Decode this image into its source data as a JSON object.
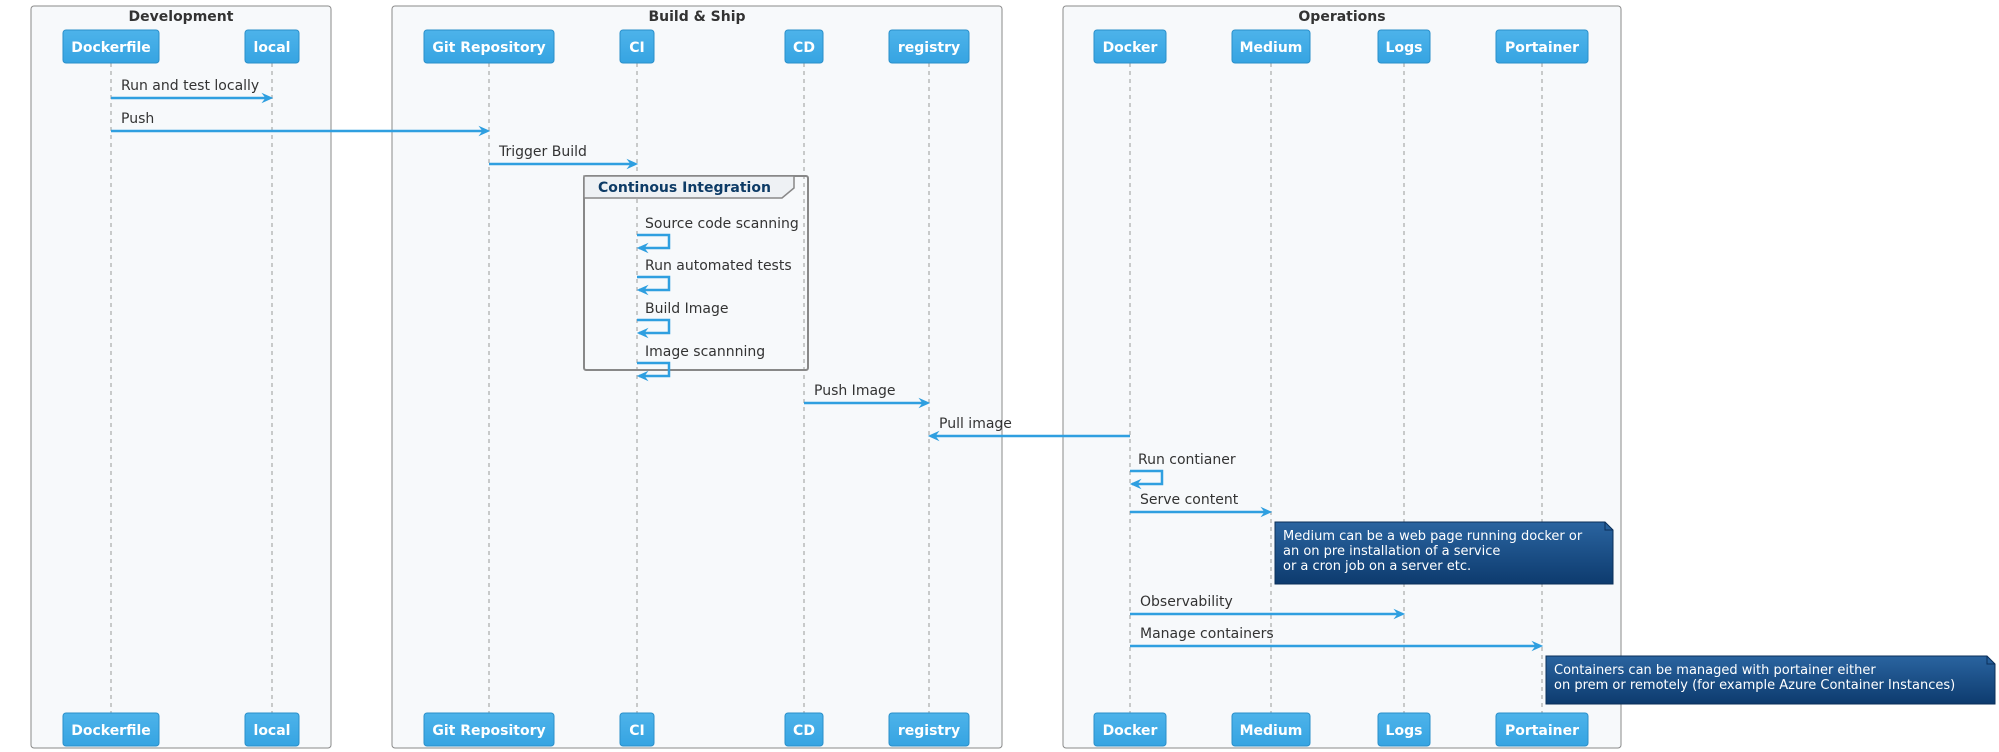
{
  "colors": {
    "participant_fill": "#41ade8",
    "participant_stroke": "#2a8fca",
    "arrow": "#2f9fe0",
    "box_fill": "#f7f9fb",
    "box_stroke": "#8a8a8a",
    "lifeline": "#9a9a9a",
    "note_top": "#2a64a0",
    "note_bottom": "#0d3b6e"
  },
  "boxes": [
    {
      "id": "dev",
      "title": "Development"
    },
    {
      "id": "build",
      "title": "Build & Ship"
    },
    {
      "id": "ops",
      "title": "Operations"
    }
  ],
  "participants": [
    {
      "id": "dockerfile",
      "label": "Dockerfile"
    },
    {
      "id": "local",
      "label": "local"
    },
    {
      "id": "git",
      "label": "Git Repository"
    },
    {
      "id": "ci",
      "label": "CI"
    },
    {
      "id": "cd",
      "label": "CD"
    },
    {
      "id": "registry",
      "label": "registry"
    },
    {
      "id": "docker",
      "label": "Docker"
    },
    {
      "id": "medium",
      "label": "Medium"
    },
    {
      "id": "logs",
      "label": "Logs"
    },
    {
      "id": "portainer",
      "label": "Portainer"
    }
  ],
  "messages": [
    {
      "from": "dockerfile",
      "to": "local",
      "label": "Run and test locally"
    },
    {
      "from": "dockerfile",
      "to": "git",
      "label": "Push"
    },
    {
      "from": "git",
      "to": "ci",
      "label": "Trigger Build"
    },
    {
      "from": "ci",
      "to": "ci",
      "label": "Source code scanning"
    },
    {
      "from": "ci",
      "to": "ci",
      "label": "Run automated tests"
    },
    {
      "from": "ci",
      "to": "ci",
      "label": "Build Image"
    },
    {
      "from": "ci",
      "to": "ci",
      "label": "Image scannning"
    },
    {
      "from": "cd",
      "to": "registry",
      "label": "Push Image"
    },
    {
      "from": "docker",
      "to": "registry",
      "label": "Pull image"
    },
    {
      "from": "docker",
      "to": "docker",
      "label": "Run contianer"
    },
    {
      "from": "docker",
      "to": "medium",
      "label": "Serve content"
    },
    {
      "from": "docker",
      "to": "logs",
      "label": "Observability"
    },
    {
      "from": "docker",
      "to": "portainer",
      "label": "Manage containers"
    }
  ],
  "group": {
    "label": "Continous Integration"
  },
  "notes": [
    {
      "id": "medium-note",
      "lines": [
        "Medium can be a web page running docker or",
        "an on pre installation of a service",
        "or a cron job on a server etc."
      ]
    },
    {
      "id": "portainer-note",
      "lines": [
        "Containers can be managed with portainer either",
        "on prem or remotely (for example Azure Container Instances)"
      ]
    }
  ]
}
